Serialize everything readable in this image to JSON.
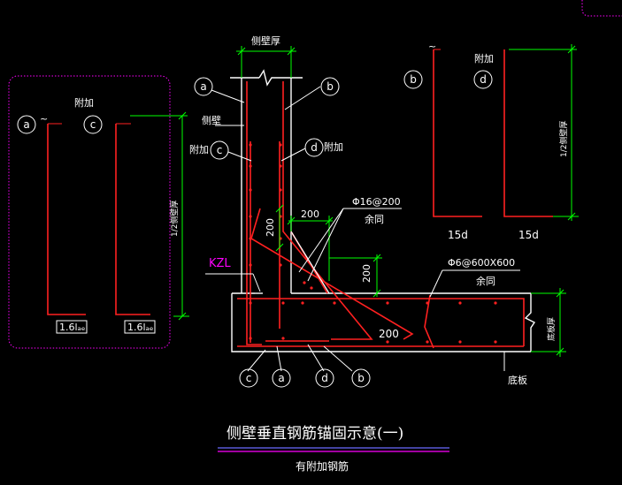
{
  "colors": {
    "background": "#000000",
    "concrete": "#ffffff",
    "rebar": "#ff2020",
    "dimension": "#00ff00",
    "label": "#ffffff",
    "magenta": "#ff00ff",
    "title_underline_blue": "#6a6aff",
    "title_underline_magenta": "#ff00ff"
  },
  "labels": {
    "circle_a": "a",
    "circle_b": "b",
    "circle_c": "c",
    "circle_d": "d",
    "fujia": "附加",
    "cebi": "侧壁",
    "fujia_c": "附加",
    "fujia_d": "附加",
    "wall_thickness": "侧壁厚",
    "half_wall": "1/2侧壁厚",
    "half_wall_right": "1/2侧壁厚",
    "len_16la_1": "1.6lₐₑ",
    "len_16la_2": "1.6lₐₑ",
    "len_15d_1": "15d",
    "len_15d_2": "15d",
    "dim_200_vert": "200",
    "dim_200_horz": "200",
    "dim_200_right": "200",
    "dim_200_bottom": "200",
    "rebar_16": "Φ16@200",
    "yutong_1": "余同",
    "rebar_6": "Φ6@600X600",
    "yutong_2": "余同",
    "kzl": "KZL",
    "bottom_slab_thickness": "底板厚",
    "bottom_slab": "底板",
    "tilde": "~"
  },
  "title": {
    "main": "侧壁垂直钢筋锚固示意(一)",
    "sub": "有附加钢筋"
  }
}
